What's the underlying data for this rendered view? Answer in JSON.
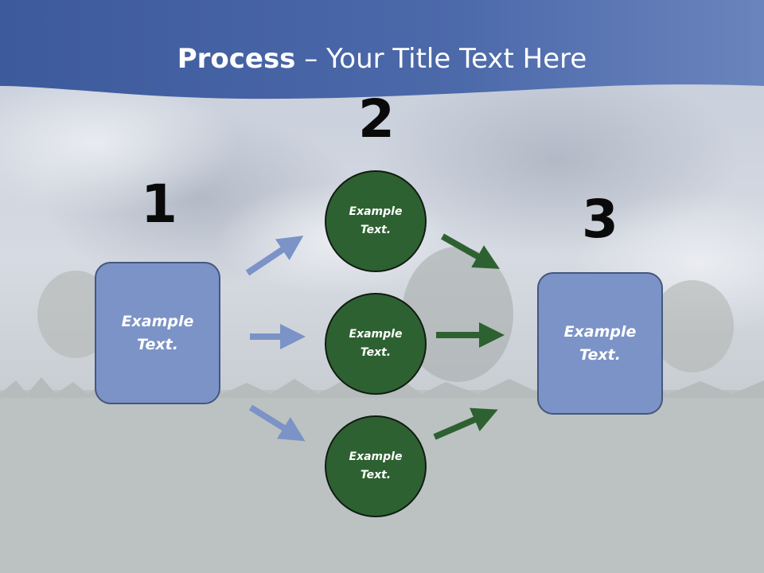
{
  "title": {
    "bold": "Process",
    "rest": " – Your Title Text Here"
  },
  "steps": [
    {
      "number": "1",
      "box_text": "Example\nText."
    },
    {
      "number": "2",
      "circles": [
        "Example\nText.",
        "Example\nText.",
        "Example\nText."
      ]
    },
    {
      "number": "3",
      "box_text": "Example\nText."
    }
  ],
  "colors": {
    "header_blue": "#4a67a8",
    "box_fill": "#7b93c6",
    "circle_fill": "#2e6131",
    "arrow_blue": "#7b93c6",
    "arrow_green": "#2e6131"
  }
}
